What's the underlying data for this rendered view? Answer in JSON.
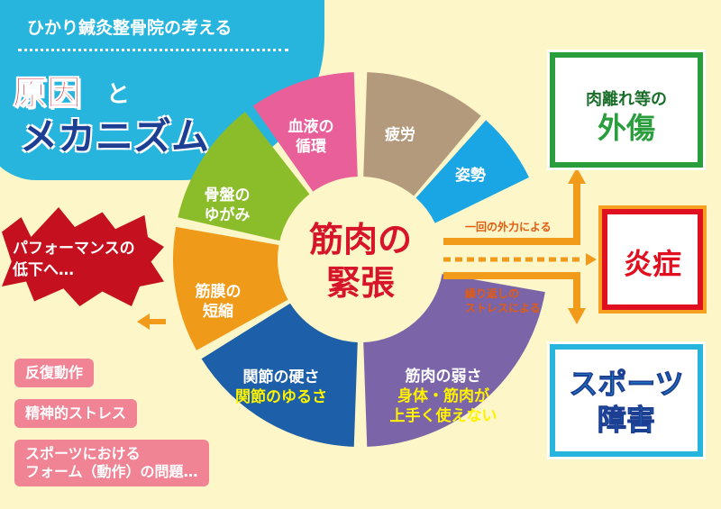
{
  "header": {
    "subtitle": "ひかり鍼灸整骨院の考える",
    "title_red": "原因",
    "title_and": "と",
    "title_blue": "メカニズム"
  },
  "wheel": {
    "center": [
      "筋肉の",
      "緊張"
    ],
    "segments": [
      {
        "label": [
          "疲労"
        ],
        "color": "#b39a7c"
      },
      {
        "label": [
          "姿勢"
        ],
        "color": "#1aa6e4"
      },
      {
        "label": [
          "筋肉の弱さ",
          "身体・筋肉が",
          "上手く使えない"
        ],
        "color": "#7b65a8"
      },
      {
        "label": [
          "関節の硬さ",
          "関節のゆるさ"
        ],
        "color": "#1d5fa8"
      },
      {
        "label": [
          "筋膜の",
          "短縮"
        ],
        "color": "#f09a1a"
      },
      {
        "label": [
          "骨盤の",
          "ゆがみ"
        ],
        "color": "#8bbd2a"
      },
      {
        "label": [
          "血液の",
          "循環"
        ],
        "color": "#e95f9a"
      }
    ]
  },
  "arrows": {
    "single": "一回の外力による",
    "repeat": [
      "繰り返しの",
      "ストレスによる"
    ]
  },
  "outcomes": {
    "trauma": [
      "肉離れ等の",
      "外傷"
    ],
    "inflammation": "炎症",
    "sports": [
      "スポーツ",
      "障害"
    ]
  },
  "performance": [
    "パフォーマンスの",
    "低下へ…"
  ],
  "factors": [
    "反復動作",
    "精神的ストレス",
    "スポーツにおける",
    "フォーム（動作）の問題…"
  ]
}
